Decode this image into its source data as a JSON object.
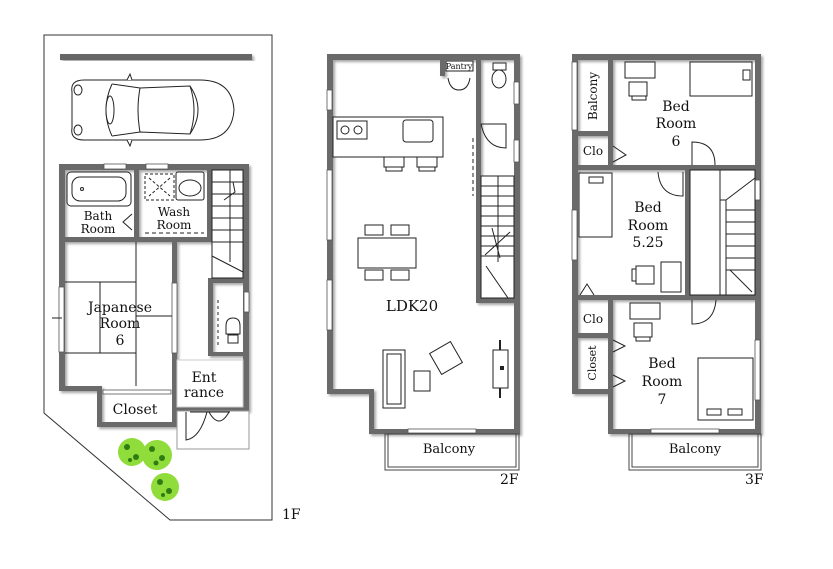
{
  "floors": [
    {
      "id": "1F",
      "label": "1F",
      "rooms": {
        "bath": [
          "Bath",
          "Room"
        ],
        "wash": [
          "Wash",
          "Room"
        ],
        "japanese": [
          "Japanese",
          "Room",
          "6"
        ],
        "closet": "Closet",
        "entrance": [
          "Ent",
          "rance"
        ]
      },
      "has_parking": true,
      "trees": 3
    },
    {
      "id": "2F",
      "label": "2F",
      "rooms": {
        "ldk": "LDK20",
        "pantry": "Pantry",
        "balcony": "Balcony"
      }
    },
    {
      "id": "3F",
      "label": "3F",
      "rooms": {
        "balcony_small": "Balcony",
        "bed1": [
          "Bed",
          "Room",
          "6"
        ],
        "clo1": "Clo",
        "bed2": [
          "Bed",
          "Room",
          "5.25"
        ],
        "clo2": "Clo",
        "closet": "Closet",
        "bed3": [
          "Bed",
          "Room",
          "7"
        ],
        "balcony": "Balcony"
      }
    }
  ],
  "colors": {
    "wall": "#6b6b6b",
    "line": "#222222",
    "tree_light": "#8fdc3a",
    "tree_dark": "#2f7d12"
  }
}
